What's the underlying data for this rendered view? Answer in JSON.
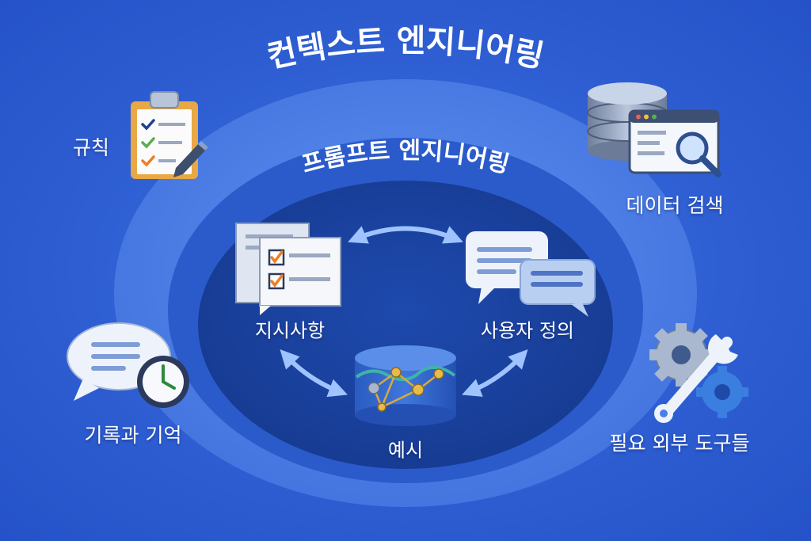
{
  "titles": {
    "outer": "컨텍스트 엔지니어링",
    "inner": "프롬프트 엔지니어링"
  },
  "outer_items": {
    "rules": "규칙",
    "data_search": "데이터 검색",
    "history_memory": "기록과 기억",
    "external_tools": "필요 외부 도구들"
  },
  "inner_items": {
    "instructions": "지시사항",
    "user_definition": "사용자 정의",
    "examples": "예시"
  },
  "colors": {
    "background": "#2f5fd6",
    "outer_ring": "#4b7fe8",
    "middle_ring": "#2d5ccc",
    "inner_core": "#1b3f9c",
    "arrow": "#9ec3ff",
    "check_orange": "#ef7d22",
    "check_green": "#57b04a",
    "check_blue": "#1f3f8f"
  },
  "icons": {
    "rules": "clipboard-checklist-icon",
    "data_search": "database-search-icon",
    "history_memory": "chat-clock-icon",
    "external_tools": "gear-wrench-icon",
    "instructions": "document-checklist-icon",
    "user_definition": "speech-bubbles-icon",
    "examples": "network-cylinder-icon"
  }
}
